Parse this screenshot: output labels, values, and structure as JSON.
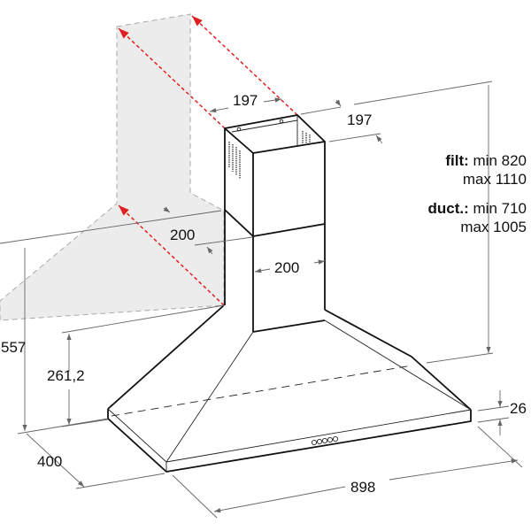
{
  "colors": {
    "outline": "#111111",
    "dimension": "#666666",
    "wall": "#ececec",
    "red_guide": "#e02020"
  },
  "dimensions": {
    "chimney_width": "197",
    "chimney_depth": "197",
    "lower_chimney_depth": "200",
    "lower_chimney_width": "200",
    "total_height": "557",
    "hood_height": "261,2",
    "hood_depth": "400",
    "hood_width": "898",
    "flange_height": "26"
  },
  "height_notes": {
    "filt_label": "filt:",
    "filt_min": "min 820",
    "filt_max": "max 1110",
    "duct_label": "duct.:",
    "duct_min": "min 710",
    "duct_max": "max 1005"
  }
}
